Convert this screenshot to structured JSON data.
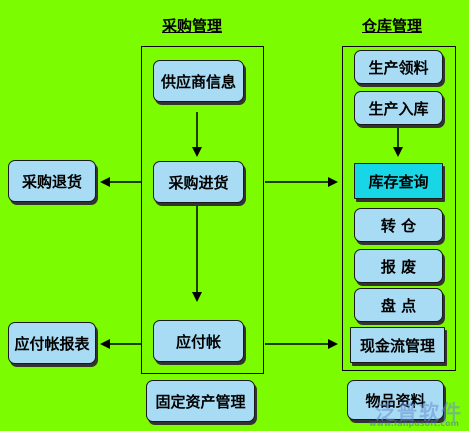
{
  "headings": {
    "purchase": "采购管理",
    "warehouse": "仓库管理"
  },
  "nodes": {
    "supplier_info": "供应商信息",
    "purchase_in": "采购进货",
    "accounts_payable": "应付帐",
    "purchase_return": "采购退货",
    "payable_report": "应付帐报表",
    "fixed_assets": "固定资产管理",
    "production_picking": "生产领料",
    "production_inbound": "生产入库",
    "inventory_query": "库存查询",
    "transfer": "转  仓",
    "scrap": "报  废",
    "stocktake": "盘  点",
    "cash_flow": "现金流管理",
    "item_data": "物品资料"
  },
  "watermark": {
    "logo_text": "泛普软件",
    "url": "www.fanpusoft.com"
  },
  "colors": {
    "background": "#7cfc00",
    "node_fill": "#a8dcf5",
    "highlight_fill": "#17d6e6",
    "line": "#000000"
  }
}
